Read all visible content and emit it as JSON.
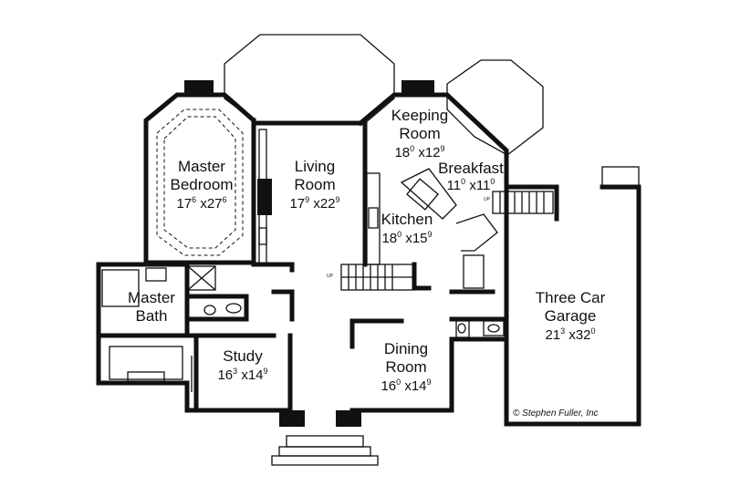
{
  "rooms": [
    {
      "id": "master-bedroom",
      "name1": "Master",
      "name2": "Bedroom",
      "w": "17",
      "wi": "6",
      "d": "27",
      "di": "6"
    },
    {
      "id": "living-room",
      "name1": "Living",
      "name2": "Room",
      "w": "17",
      "wi": "9",
      "d": "22",
      "di": "9"
    },
    {
      "id": "keeping-room",
      "name1": "Keeping",
      "name2": "Room",
      "w": "18",
      "wi": "0",
      "d": "12",
      "di": "9"
    },
    {
      "id": "breakfast",
      "name1": "Breakfast",
      "w": "11",
      "wi": "0",
      "d": "11",
      "di": "0"
    },
    {
      "id": "kitchen",
      "name1": "Kitchen",
      "w": "18",
      "wi": "0",
      "d": "15",
      "di": "9"
    },
    {
      "id": "master-bath",
      "name1": "Master",
      "name2": "Bath"
    },
    {
      "id": "study",
      "name1": "Study",
      "w": "16",
      "wi": "3",
      "d": "14",
      "di": "9"
    },
    {
      "id": "dining-room",
      "name1": "Dining",
      "name2": "Room",
      "w": "16",
      "wi": "0",
      "d": "14",
      "di": "9"
    },
    {
      "id": "garage",
      "name1": "Three Car",
      "name2": "Garage",
      "w": "21",
      "wi": "3",
      "d": "32",
      "di": "0"
    }
  ],
  "labels": {
    "up": "UP",
    "credit": "© Stephen Fuller, Inc"
  }
}
